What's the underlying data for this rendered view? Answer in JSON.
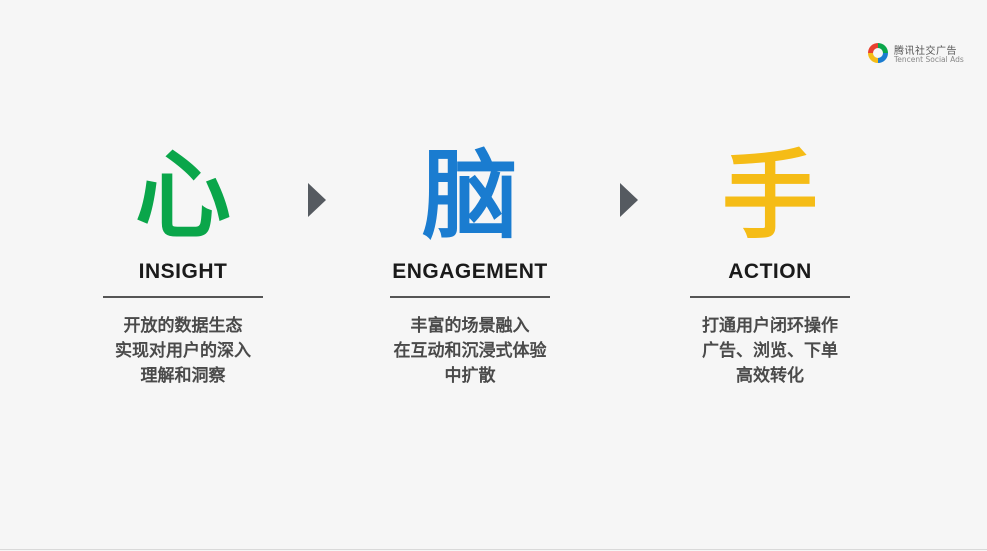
{
  "logo": {
    "name_cn": "腾讯社交广告",
    "name_en": "Tencent Social Ads"
  },
  "colors": {
    "green": "#0aa64a",
    "blue": "#1a7cd0",
    "yellow": "#f5bc16",
    "red": "#e8402f",
    "arrow": "#555a60"
  },
  "columns": [
    {
      "glyph": "心",
      "label": "INSIGHT",
      "lines": [
        "开放的数据生态",
        "实现对用户的深入",
        "理解和洞察"
      ]
    },
    {
      "glyph": "脑",
      "label": "ENGAGEMENT",
      "lines": [
        "丰富的场景融入",
        "在互动和沉浸式体验",
        "中扩散"
      ]
    },
    {
      "glyph": "手",
      "label": "ACTION",
      "lines": [
        "打通用户闭环操作",
        "广告、浏览、下单",
        "高效转化"
      ]
    }
  ],
  "icons": {
    "arrow": "triangle-right-icon",
    "logo": "tencent-logo-icon"
  }
}
